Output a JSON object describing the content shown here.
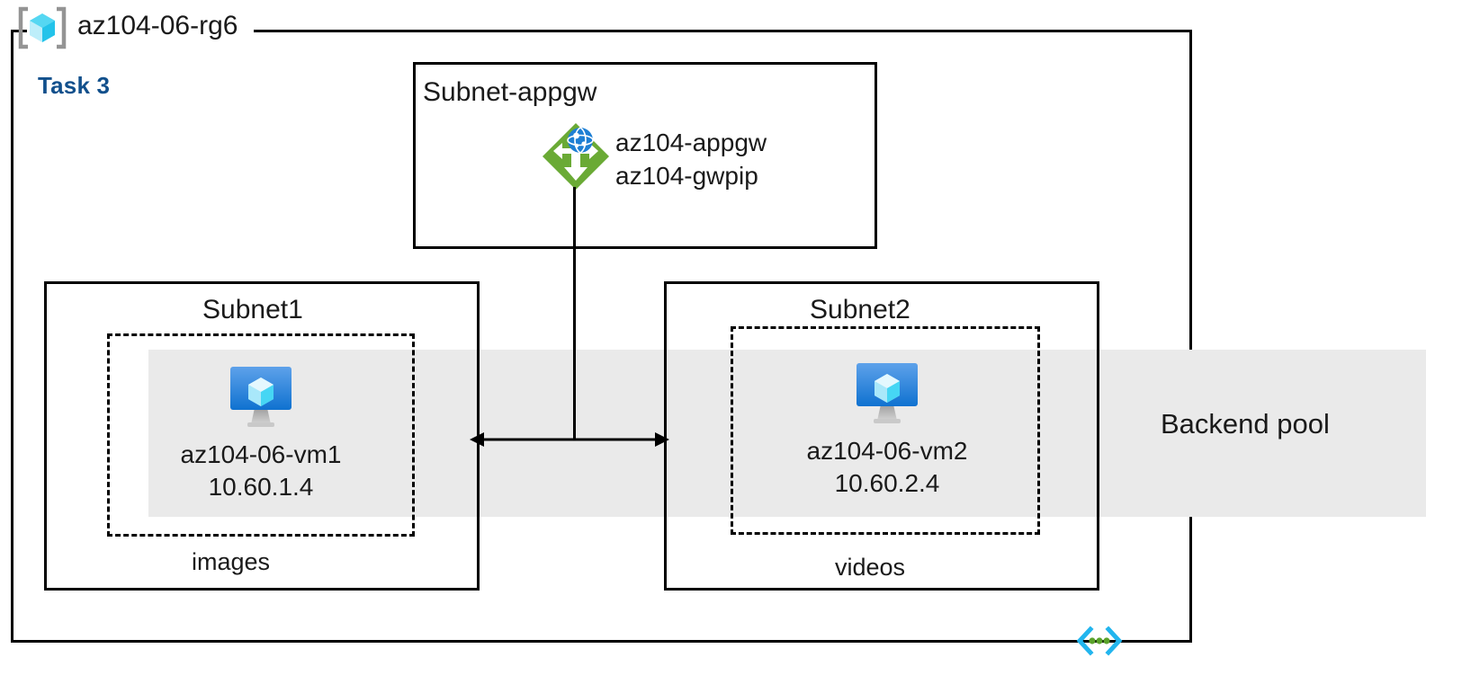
{
  "diagram": {
    "resource_group": {
      "icon": "resource-group-icon",
      "label": "az104-06-rg6"
    },
    "task_label": "Task 3",
    "backend_pool": {
      "label": "Backend pool",
      "band_color": "#eaeaea"
    },
    "subnets": [
      {
        "id": "subnet-appgw",
        "title": "Subnet-appgw",
        "resource": {
          "icon": "application-gateway-icon",
          "lines": [
            "az104-appgw",
            "az104-gwpip"
          ]
        }
      },
      {
        "id": "subnet1",
        "title": "Subnet1",
        "caption": "images",
        "vm": {
          "icon": "virtual-machine-icon",
          "name": "az104-06-vm1",
          "ip": "10.60.1.4"
        }
      },
      {
        "id": "subnet2",
        "title": "Subnet2",
        "caption": "videos",
        "vm": {
          "icon": "virtual-machine-icon",
          "name": "az104-06-vm2",
          "ip": "10.60.2.4"
        }
      }
    ],
    "connectors": [
      {
        "id": "appgw-to-backend",
        "type": "vertical-line",
        "from": "subnet-appgw",
        "to": "backend-arrow"
      },
      {
        "id": "vm1-vm2-bidirectional",
        "type": "double-headed-arrow",
        "from": "subnet1",
        "to": "subnet2"
      }
    ],
    "vnet_glyph": "virtual-network-icon",
    "colors": {
      "task_accent": "#12508c",
      "band": "#eaeaea",
      "appgw_green": "#6aaa35",
      "vm_blue": "#1b8cdc",
      "border": "#000000"
    }
  }
}
